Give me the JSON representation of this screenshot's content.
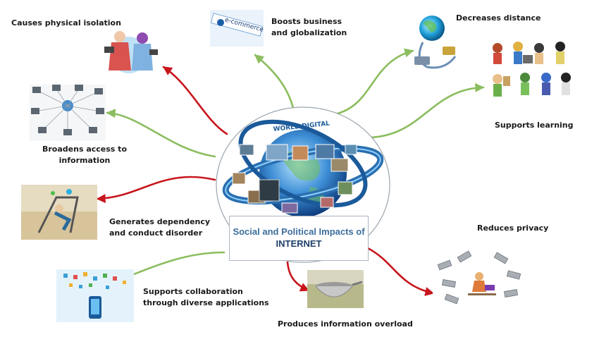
{
  "center": {
    "line1": "Social and Political Impacts of",
    "line2": "INTERNET",
    "globe_caption": "WORLD DIGITAL"
  },
  "ecommerce_text": "e-commerce",
  "impacts": [
    {
      "id": "physical-isolation",
      "lines": [
        "Causes physical isolation"
      ],
      "kind": "negative"
    },
    {
      "id": "business-globalization",
      "lines": [
        "Boosts business",
        "and globalization"
      ],
      "kind": "positive"
    },
    {
      "id": "decreases-distance",
      "lines": [
        "Decreases distance"
      ],
      "kind": "positive"
    },
    {
      "id": "supports-learning",
      "lines": [
        "Supports learning"
      ],
      "kind": "positive"
    },
    {
      "id": "broadens-access",
      "lines": [
        "Broadens access to",
        "information"
      ],
      "kind": "positive"
    },
    {
      "id": "dependency",
      "lines": [
        "Generates dependency",
        "and conduct disorder"
      ],
      "kind": "negative"
    },
    {
      "id": "reduces-privacy",
      "lines": [
        "Reduces privacy"
      ],
      "kind": "negative"
    },
    {
      "id": "collaboration",
      "lines": [
        "Supports collaboration",
        "through diverse applications"
      ],
      "kind": "positive"
    },
    {
      "id": "information-overload",
      "lines": [
        "Produces information overload"
      ],
      "kind": "negative"
    }
  ],
  "colors": {
    "positive_arrow": "#8bbd5e",
    "negative_arrow": "#c8161d",
    "center_text": "#3d6e9c",
    "center_text_dark": "#1f3f68",
    "ring": "#2b6fb0"
  }
}
